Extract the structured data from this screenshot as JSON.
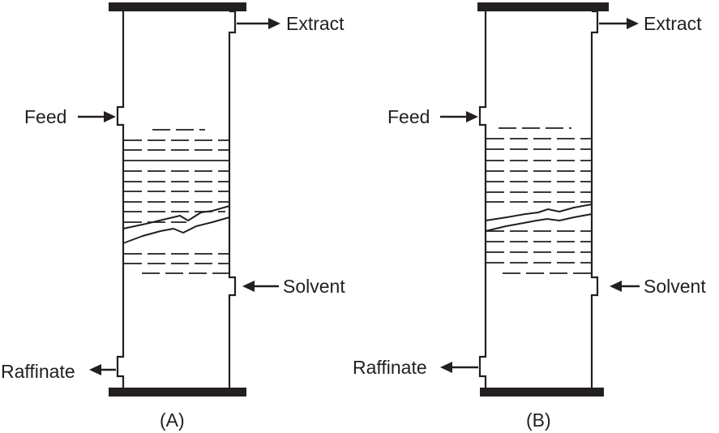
{
  "columns": [
    {
      "id": "A",
      "caption": "(A)",
      "streams": {
        "extract": "Extract",
        "feed": "Feed",
        "solvent": "Solvent",
        "raffinate": "Raffinate"
      }
    },
    {
      "id": "B",
      "caption": "(B)",
      "streams": {
        "extract": "Extract",
        "feed": "Feed",
        "solvent": "Solvent",
        "raffinate": "Raffinate"
      }
    }
  ],
  "colors": {
    "ink": "#231f20",
    "background": "#ffffff"
  }
}
